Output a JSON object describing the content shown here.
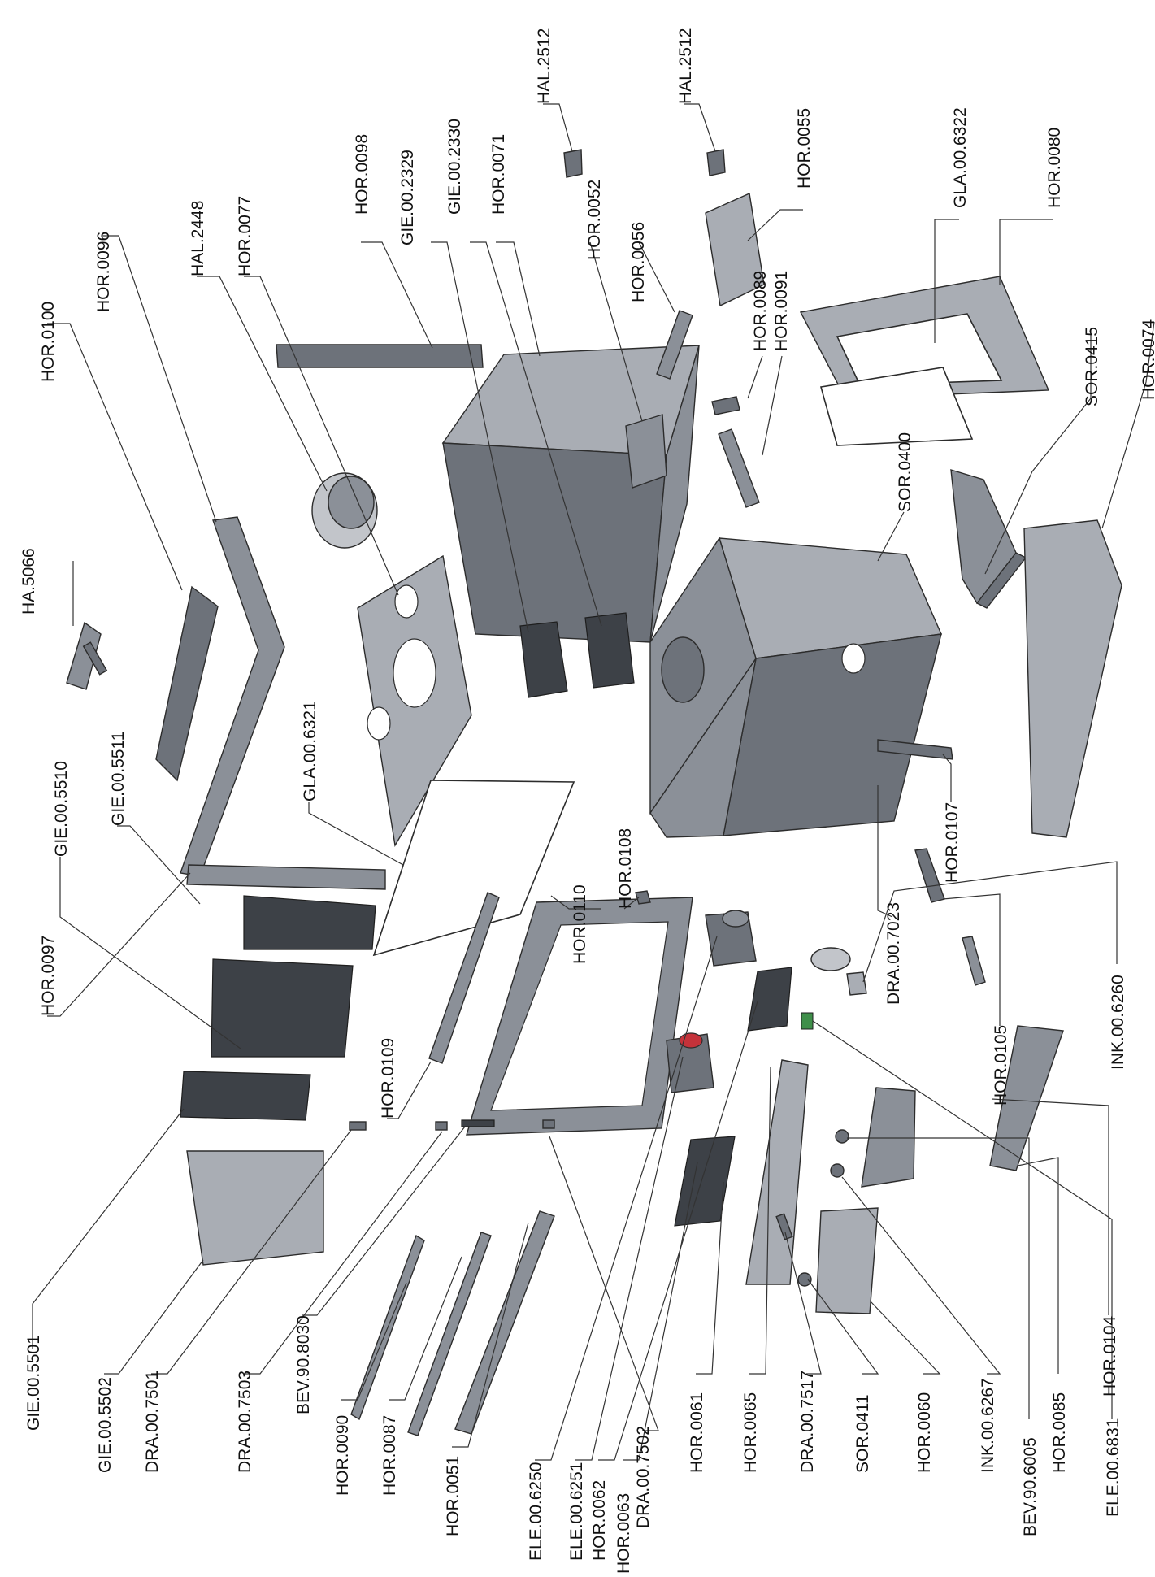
{
  "labels": [
    "HAL.2512",
    "HAL.2512",
    "HOR.0055",
    "GLA.00.6322",
    "HOR.0080",
    "HOR.0098",
    "GIE.00.2329",
    "GIE.00.2330",
    "HOR.0071",
    "HOR.0052",
    "HOR.0056",
    "HOR.0089",
    "HOR.0091",
    "HAL.2448",
    "HOR.0077",
    "HOR.0096",
    "HOR.0100",
    "HA.5066",
    "SOR.0415",
    "HOR.0074",
    "SOR.0400",
    "GIE.00.5511",
    "GIE.00.5510",
    "GLA.00.6321",
    "HOR.0108",
    "HOR.0097",
    "HOR.0110",
    "HOR.0107",
    "DRA.00.7023",
    "HOR.0105",
    "INK.00.6260",
    "HOR.0109",
    "GIE.00.5501",
    "HOR.0104",
    "GIE.00.5502",
    "DRA.00.7501",
    "DRA.00.7503",
    "BEV.90.8030",
    "HOR.0090",
    "HOR.0087",
    "HOR.0051",
    "ELE.00.6250",
    "ELE.00.6251",
    "HOR.0062",
    "HOR.0063",
    "DRA.00.7502",
    "HOR.0061",
    "HOR.0065",
    "DRA.00.7517",
    "SOR.0411",
    "HOR.0060",
    "INK.00.6267",
    "BEV.90.6005",
    "HOR.0085",
    "ELE.00.6831"
  ]
}
